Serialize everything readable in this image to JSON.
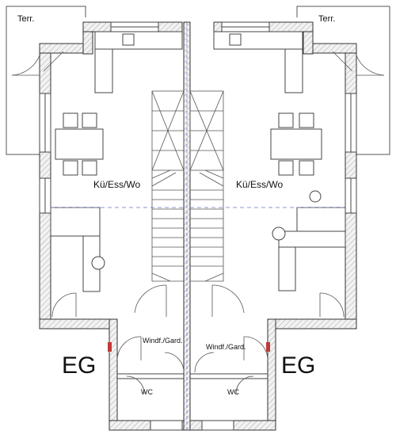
{
  "labels": {
    "terr_left": "Terr.",
    "terr_right": "Terr.",
    "room_left": "Kü/Ess/Wo",
    "room_right": "Kü/Ess/Wo",
    "windf_left": "Windf./Gard.",
    "windf_right": "Windf./Gard.",
    "wc_left": "WC",
    "wc_right": "WC",
    "floor_left": "EG",
    "floor_right": "EG"
  },
  "colors": {
    "line": "#333333",
    "wall_fill": "#eeeeee",
    "hatch": "#999999",
    "axis": "#6a74c8",
    "background": "#ffffff"
  }
}
